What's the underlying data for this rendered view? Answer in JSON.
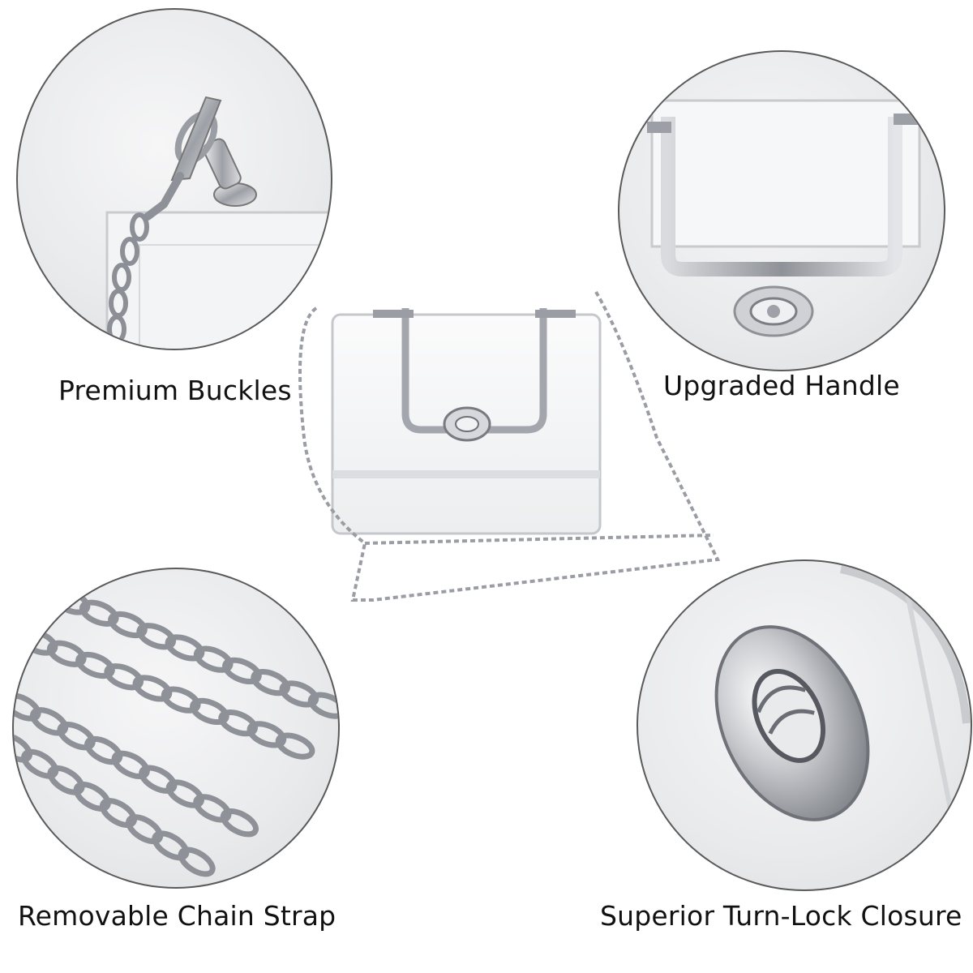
{
  "features": {
    "buckles": {
      "label": "Premium Buckles"
    },
    "handle": {
      "label": "Upgraded Handle"
    },
    "chain": {
      "label": "Removable Chain Strap"
    },
    "lock": {
      "label": "Superior Turn-Lock Closure"
    }
  },
  "colors": {
    "circle_border": "#5a5a5a",
    "metal": "#b9bcc2",
    "metal_dark": "#6e7178",
    "background": "#ffffff"
  }
}
